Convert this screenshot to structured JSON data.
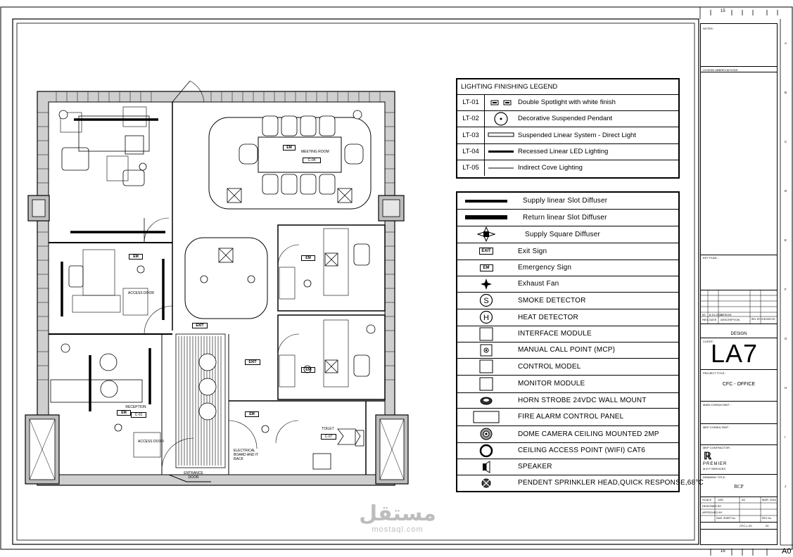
{
  "lighting_legend": {
    "title": "LIGHTING FINISHING LEGEND",
    "items": [
      {
        "code": "LT-01",
        "label": "Double Spotlight with white finish"
      },
      {
        "code": "LT-02",
        "label": "Decorative Suspended Pendant"
      },
      {
        "code": "LT-03",
        "label": "Suspended Linear System - Direct Light"
      },
      {
        "code": "LT-04",
        "label": "Recessed Linear LED Lighting"
      },
      {
        "code": "LT-05",
        "label": "Indirect Cove Lighting"
      }
    ]
  },
  "symbol_legend": {
    "items": [
      {
        "label": "Supply linear Slot Diffuser",
        "icon": "supply-slot-icon"
      },
      {
        "label": "Return linear Slot Diffuser",
        "icon": "return-slot-icon"
      },
      {
        "label": "Supply Square Diffuser",
        "icon": "square-diffuser-icon"
      },
      {
        "label": "Exit Sign",
        "icon": "exit-sign-icon",
        "glyph": "EXIT"
      },
      {
        "label": "Emergency Sign",
        "icon": "emergency-sign-icon",
        "glyph": "EM"
      },
      {
        "label": "Exhaust Fan",
        "icon": "exhaust-fan-icon"
      },
      {
        "label": "SMOKE DETECTOR",
        "icon": "smoke-detector-icon",
        "glyph": "S"
      },
      {
        "label": "HEAT DETECTOR",
        "icon": "heat-detector-icon",
        "glyph": "H"
      },
      {
        "label": "INTERFACE MODULE",
        "icon": "interface-module-icon"
      },
      {
        "label": "MANUAL CALL POINT (MCP)",
        "icon": "manual-call-point-icon"
      },
      {
        "label": "CONTROL MODEL",
        "icon": "control-model-icon"
      },
      {
        "label": "MONITOR MODULE",
        "icon": "monitor-module-icon"
      },
      {
        "label": "HORN STROBE 24VDC WALL MOUNT",
        "icon": "horn-strobe-icon"
      },
      {
        "label": "FIRE ALARM CONTROL PANEL",
        "icon": "fire-alarm-panel-icon"
      },
      {
        "label": "DOME CAMERA CEILING MOUNTED 2MP",
        "icon": "dome-camera-icon"
      },
      {
        "label": "CEILING ACCESS POINT (WIFI) CAT6",
        "icon": "access-point-icon"
      },
      {
        "label": "SPEAKER",
        "icon": "speaker-icon"
      },
      {
        "label": "PENDENT SPRINKLER HEAD,QUICK RESPONSE,68°C",
        "icon": "sprinkler-icon"
      }
    ]
  },
  "title_block": {
    "notes": "NOTES :",
    "legend_abbr": "LEGEND ABBREVIATIONS :",
    "key_plan": "KEY PLAN :",
    "rev_labels": [
      "REV.",
      "DATE",
      "DESCRIPTION",
      "REV. BY CHECKED BY"
    ],
    "rev_row": [
      "00",
      "8-10-2024",
      "DESIGN"
    ],
    "stage": "DESIGN",
    "client_label": "CLIENT :",
    "logo": "LA7",
    "project_title_label": "PROJECT TITLE :",
    "project_title": "CFC - OFFICE",
    "main_consultant": "MAIN CONSULTANT :",
    "mep_consultant": "MEP CONSULTANT :",
    "mep_contractor": "MEP CONTRACTOR :",
    "contractor_name": "PREMIER",
    "contractor_sub": "M.E.P SERVICES",
    "drawing_title_label": "DRAWING TITLE :",
    "drawing_title": "RCP",
    "scale_label": "SCALE",
    "scale": "1/50",
    "date": "MAR. 2024",
    "sheet_size": "A0",
    "drawing_no": "CFC-L-00",
    "rev_no": "00",
    "designed_by": "DESIGNED BY",
    "approved_by": "APPROVED BY",
    "dwg_no_label": "DWG. SHEET No.",
    "rev_no_label": "REV. No."
  },
  "grid_marks": {
    "top": "15",
    "bottom": "15",
    "right": [
      "A",
      "B",
      "C",
      "D",
      "E",
      "F",
      "G",
      "H",
      "I",
      "J"
    ]
  },
  "plan_labels": {
    "meeting_room": "MEETING ROOM",
    "meeting_tag": "C-04",
    "access_door_1": "ACCESS DOOR",
    "access_door_2": "ACCESS DOOR",
    "reception": "RECEPTION",
    "reception_tag": "C-01",
    "toilet": "TOILET",
    "toilet_tag": "C-07",
    "electrical": "ELECTRICAL BOARD AND IT RACK",
    "entrance_door": "ENTRANCE DOOR",
    "em": "EM",
    "exit": "EXIT"
  },
  "watermark": {
    "arabic": "مستقل",
    "latin": "mostaql.com"
  }
}
